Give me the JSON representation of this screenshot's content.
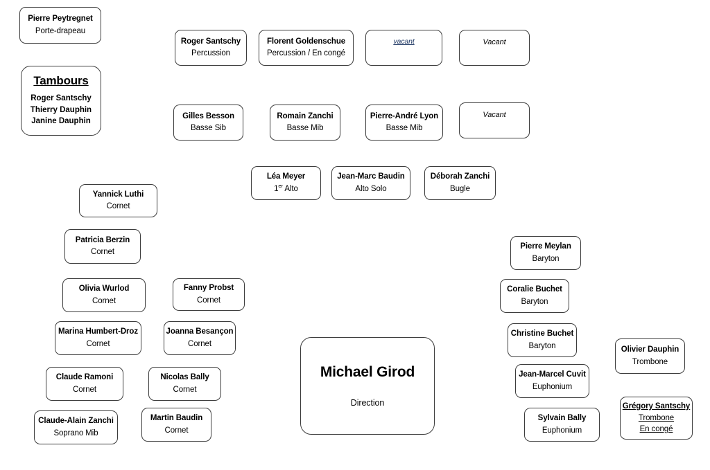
{
  "document": {
    "title": "Organigramme — Fanfare",
    "background_color": "#ffffff",
    "border_color": "#3c3c3c",
    "vacant_link_color": "#1f3864"
  },
  "flag_bearer": {
    "name": "Pierre Peytregnet",
    "role": "Porte-drapeau"
  },
  "drums_group": {
    "title": "Tambours",
    "members": [
      "Roger  Santschy",
      "Thierry Dauphin",
      "Janine Dauphin"
    ]
  },
  "percussion_row": [
    {
      "name": "Roger Santschy",
      "role": "Percussion"
    },
    {
      "name": "Florent Goldenschue",
      "role": "Percussion / En congé"
    },
    {
      "name": "vacant",
      "role": ""
    },
    {
      "name": "Vacant",
      "role": ""
    }
  ],
  "basses_row": [
    {
      "name": "Gilles Besson",
      "role": "Basse Sib"
    },
    {
      "name": "Romain Zanchi",
      "role": "Basse Mib"
    },
    {
      "name": "Pierre-André Lyon",
      "role": "Basse Mib"
    },
    {
      "name": "Vacant",
      "role": ""
    }
  ],
  "altos_row": [
    {
      "name": "Léa Meyer",
      "role_prefix": "1",
      "role_sup": "er",
      "role_suffix": " Alto",
      "role": "1er Alto"
    },
    {
      "name": "Jean-Marc Baudin",
      "role": "Alto Solo"
    },
    {
      "name": "Déborah Zanchi",
      "role": "Bugle"
    }
  ],
  "cornets": [
    {
      "name": "Yannick Luthi",
      "role": "Cornet"
    },
    {
      "name": "Patricia Berzin",
      "role": "Cornet"
    },
    {
      "name": "Olivia Wurlod",
      "role": "Cornet"
    },
    {
      "name": "Fanny Probst",
      "role": "Cornet"
    },
    {
      "name": "Marina Humbert-Droz",
      "role": "Cornet"
    },
    {
      "name": "Joanna Besançon",
      "role": "Cornet"
    },
    {
      "name": "Claude Ramoni",
      "role": "Cornet"
    },
    {
      "name": "Nicolas Bally",
      "role": "Cornet"
    },
    {
      "name": "Claude-Alain Zanchi",
      "role": "Soprano Mib"
    },
    {
      "name": "Martin Baudin",
      "role": "Cornet"
    }
  ],
  "barytons_euphoniums": [
    {
      "name": "Pierre Meylan",
      "role": "Baryton"
    },
    {
      "name": "Coralie Buchet",
      "role": "Baryton"
    },
    {
      "name": "Christine Buchet",
      "role": "Baryton"
    },
    {
      "name": "Jean-Marcel Cuvit",
      "role": "Euphonium"
    },
    {
      "name": "Sylvain Bally",
      "role": "Euphonium"
    }
  ],
  "trombones": [
    {
      "name": "Olivier Dauphin",
      "role": "Trombone"
    },
    {
      "name": "Grégory Santschy",
      "role": "Trombone",
      "role2": "En congé"
    }
  ],
  "director": {
    "name": "Michael Girod",
    "role": "Direction"
  }
}
